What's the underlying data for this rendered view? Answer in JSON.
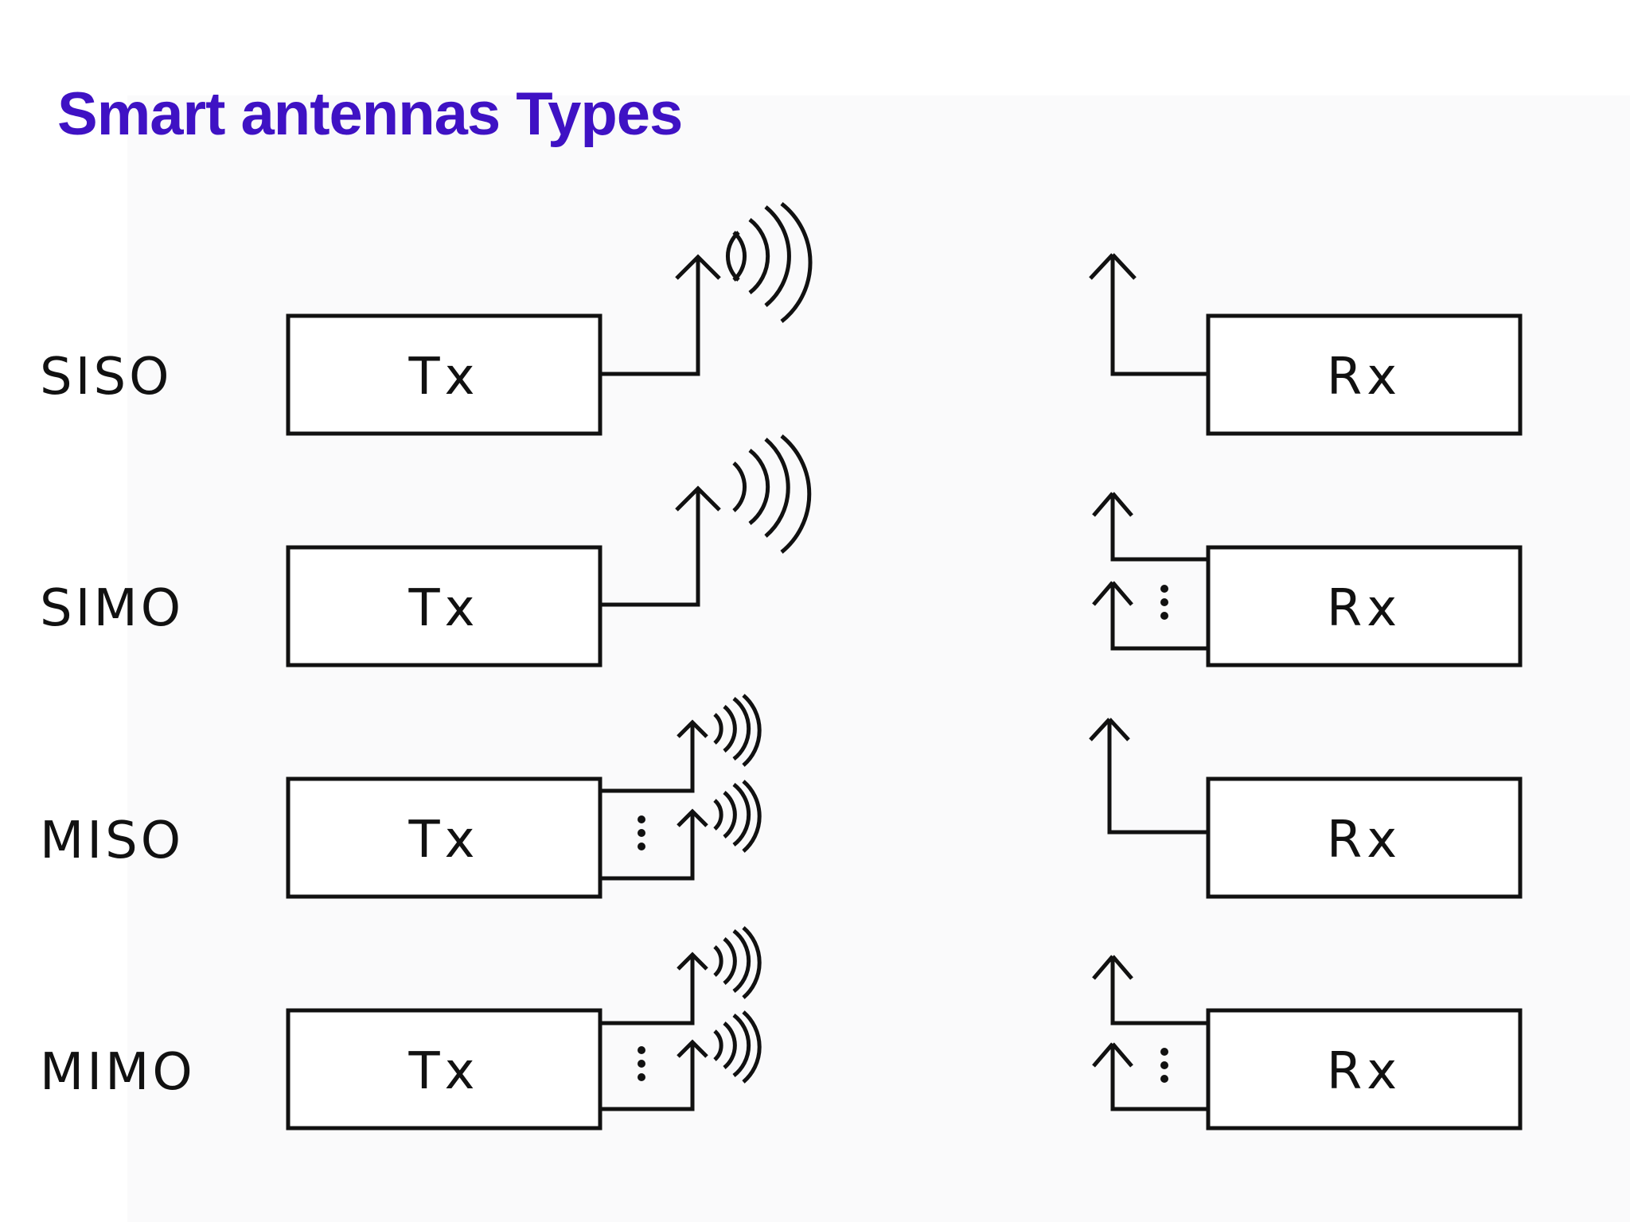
{
  "slide": {
    "title": "Smart antennas Types",
    "title_color": "#3f12c4"
  },
  "rows": [
    {
      "id": "siso",
      "label": "SISO",
      "tx": "Tx",
      "rx": "Rx",
      "tx_antennas": "single",
      "rx_antennas": "single"
    },
    {
      "id": "simo",
      "label": "SIMO",
      "tx": "Tx",
      "rx": "Rx",
      "tx_antennas": "single",
      "rx_antennas": "multiple"
    },
    {
      "id": "miso",
      "label": "MISO",
      "tx": "Tx",
      "rx": "Rx",
      "tx_antennas": "multiple",
      "rx_antennas": "single"
    },
    {
      "id": "mimo",
      "label": "MIMO",
      "tx": "Tx",
      "rx": "Rx",
      "tx_antennas": "multiple",
      "rx_antennas": "multiple"
    }
  ]
}
